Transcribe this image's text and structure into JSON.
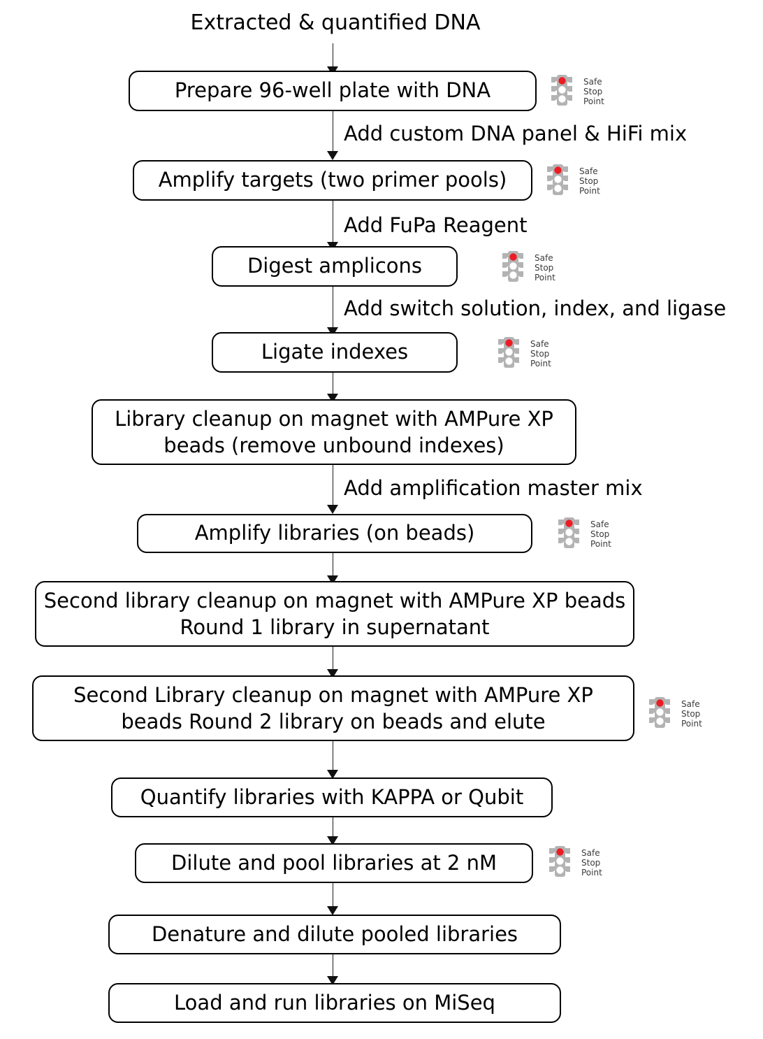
{
  "diagram": {
    "title": "Extracted & quantified DNA",
    "badge": {
      "icon": "traffic-light-icon",
      "lines": [
        "Safe",
        "Stop",
        "Point"
      ],
      "light_on_color": "#ec1c24",
      "body_color": "#b3b3b3",
      "light_off_color": "#ffffff",
      "text_color": "#3b3b3b"
    },
    "nodes": [
      {
        "id": "n1",
        "label": "Prepare 96-well plate with DNA",
        "badge": true
      },
      {
        "id": "n2",
        "label": "Amplify targets (two primer pools)",
        "badge": true
      },
      {
        "id": "n3",
        "label": "Digest amplicons",
        "badge": true
      },
      {
        "id": "n4",
        "label": "Ligate indexes",
        "badge": true
      },
      {
        "id": "n5",
        "label": "Library cleanup on magnet with AMPure XP beads (remove unbound indexes)",
        "badge": false
      },
      {
        "id": "n6",
        "label": "Amplify libraries (on beads)",
        "badge": true
      },
      {
        "id": "n7",
        "label": "Second library cleanup on magnet with AMPure XP beads Round 1 library in supernatant",
        "badge": false
      },
      {
        "id": "n8",
        "label": "Second Library cleanup on magnet with AMPure XP beads Round 2 library on beads and elute",
        "badge": true
      },
      {
        "id": "n9",
        "label": "Quantify libraries with KAPPA or Qubit",
        "badge": false
      },
      {
        "id": "n10",
        "label": "Dilute and pool libraries at 2 nM",
        "badge": true
      },
      {
        "id": "n11",
        "label": "Denature and dilute pooled libraries",
        "badge": false
      },
      {
        "id": "n12",
        "label": "Load and run libraries on MiSeq",
        "badge": false
      }
    ],
    "edge_labels": [
      {
        "id": "e1",
        "text": "Add custom DNA panel & HiFi mix"
      },
      {
        "id": "e2",
        "text": "Add FuPa Reagent"
      },
      {
        "id": "e3",
        "text": "Add switch solution, index, and ligase"
      },
      {
        "id": "e4",
        "text": "Add amplification master mix"
      }
    ]
  }
}
